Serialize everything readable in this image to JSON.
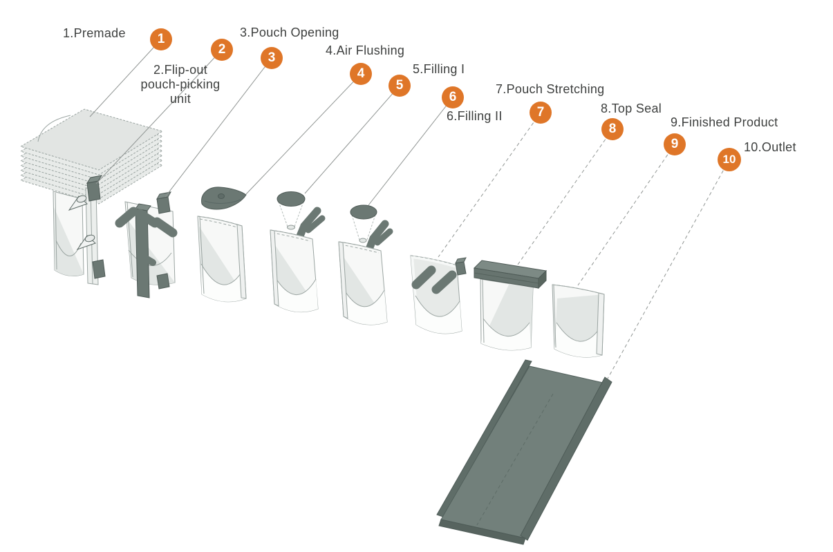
{
  "diagram": {
    "subject": "premade-pouch-fill-seal-machine-process",
    "background_color": "#ffffff",
    "badge_color": "#df7628",
    "badge_text_color": "#ffffff",
    "machine_part_color": "#6b7873",
    "pouch_color": "#f7f8f7",
    "pouch_shade_color": "#e2e6e4",
    "leader_line_color": "#8f9492",
    "label_color": "#3d3f3e"
  },
  "steps": [
    {
      "number": "1",
      "label": "1.Premade",
      "points_to": "premade-pouch-stack"
    },
    {
      "number": "2",
      "label": "2.Flip-out pouch-picking unit",
      "points_to": "pouch-picking-station"
    },
    {
      "number": "3",
      "label": "3.Pouch Opening",
      "points_to": "pouch-opening-station"
    },
    {
      "number": "4",
      "label": "4.Air Flushing",
      "points_to": "air-flushing-hood"
    },
    {
      "number": "5",
      "label": "5.Filling I",
      "points_to": "filling-1-funnel"
    },
    {
      "number": "6",
      "label": "6.Filling II",
      "points_to": "filling-2-funnel"
    },
    {
      "number": "7",
      "label": "7.Pouch Stretching",
      "points_to": "pouch-stretching-station"
    },
    {
      "number": "8",
      "label": "8.Top Seal",
      "points_to": "top-seal-bar"
    },
    {
      "number": "9",
      "label": "9.Finished Product",
      "points_to": "finished-pouch"
    },
    {
      "number": "10",
      "label": "10.Outlet",
      "points_to": "outlet-chute"
    }
  ]
}
